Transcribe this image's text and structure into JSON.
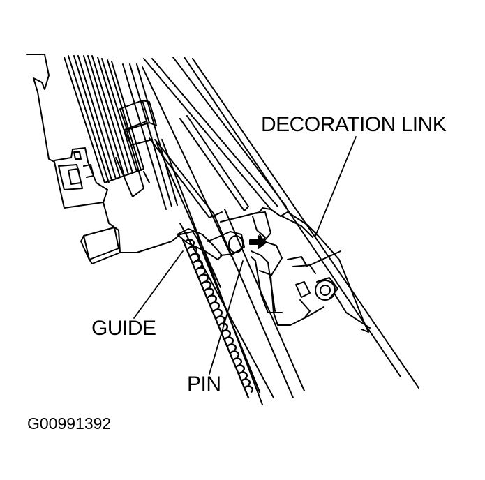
{
  "labels": {
    "decoration_link": "DECORATION LINK",
    "guide": "GUIDE",
    "pin": "PIN",
    "figure_id": "G00991392"
  },
  "colors": {
    "ink": "#000000",
    "background": "#ffffff"
  }
}
